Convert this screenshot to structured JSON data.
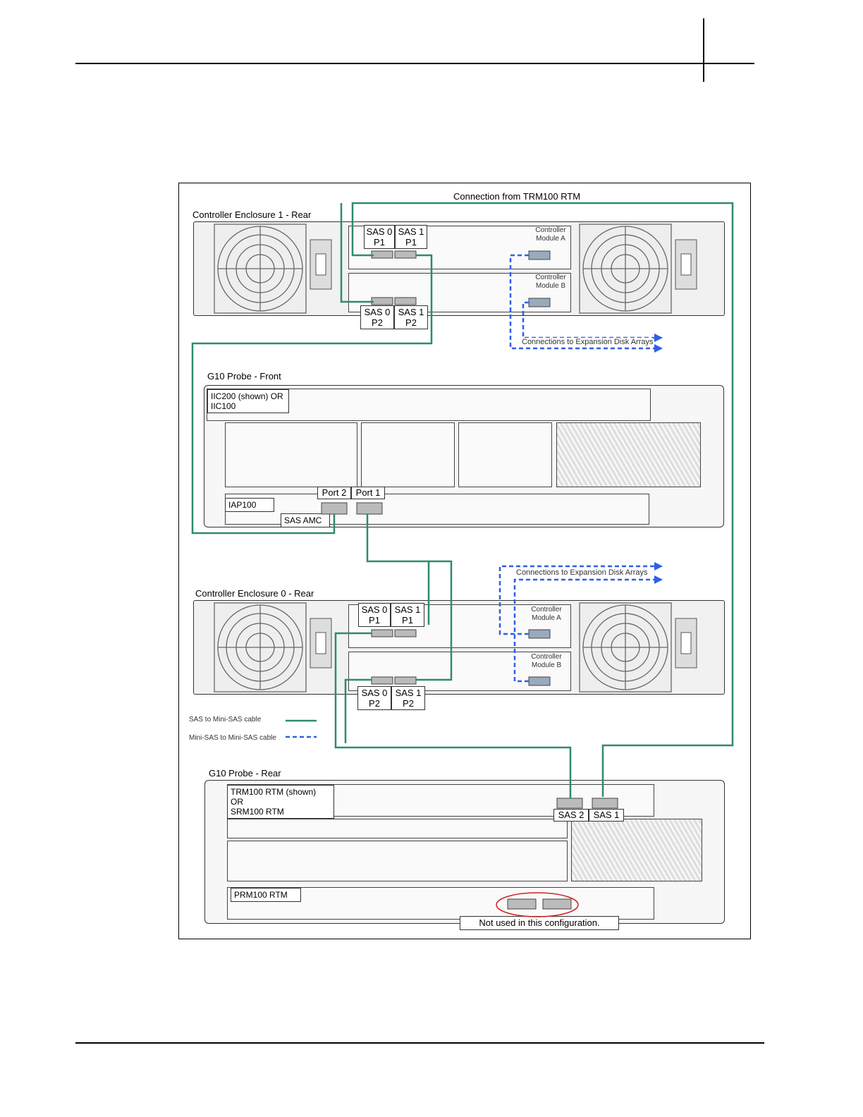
{
  "diagram": {
    "top_caption": "Connection from TRM100 RTM",
    "enclosure1": {
      "title": "Controller Enclosure 1 - Rear",
      "module_a": "Controller\nModule A",
      "module_b": "Controller\nModule B",
      "sas0_p1": "SAS 0\nP1",
      "sas1_p1": "SAS 1\nP1",
      "sas0_p2": "SAS 0\nP2",
      "sas1_p2": "SAS 1\nP2"
    },
    "expansion_label_top": "Connections to Expansion Disk Arrays",
    "g10_front": {
      "title": "G10 Probe - Front",
      "iic_label": "IIC200 (shown) OR\nIIC100",
      "iap_label": "IAP100",
      "sas_amc_label": "SAS AMC",
      "port2": "Port 2",
      "port1": "Port 1"
    },
    "expansion_label_bottom": "Connections to Expansion Disk Arrays",
    "enclosure0": {
      "title": "Controller Enclosure 0 - Rear",
      "module_a": "Controller\nModule A",
      "module_b": "Controller\nModule B",
      "sas0_p1": "SAS 0\nP1",
      "sas1_p1": "SAS 1\nP1",
      "sas0_p2": "SAS 0\nP2",
      "sas1_p2": "SAS 1\nP2"
    },
    "legend": {
      "sas_cable": "SAS to Mini-SAS cable",
      "minisas_cable": "Mini-SAS to Mini-SAS cable"
    },
    "g10_rear": {
      "title": "G10 Probe - Rear",
      "trm_label": "TRM100 RTM (shown) OR\nSRM100 RTM",
      "sas2": "SAS 2",
      "sas1": "SAS 1",
      "prm_label": "PRM100 RTM",
      "not_used": "Not used in this configuration."
    },
    "colors": {
      "sas_cable": "#2e8b6a",
      "minisas_cable": "#2f5fe6",
      "not_used_ring": "#cc2222"
    }
  }
}
